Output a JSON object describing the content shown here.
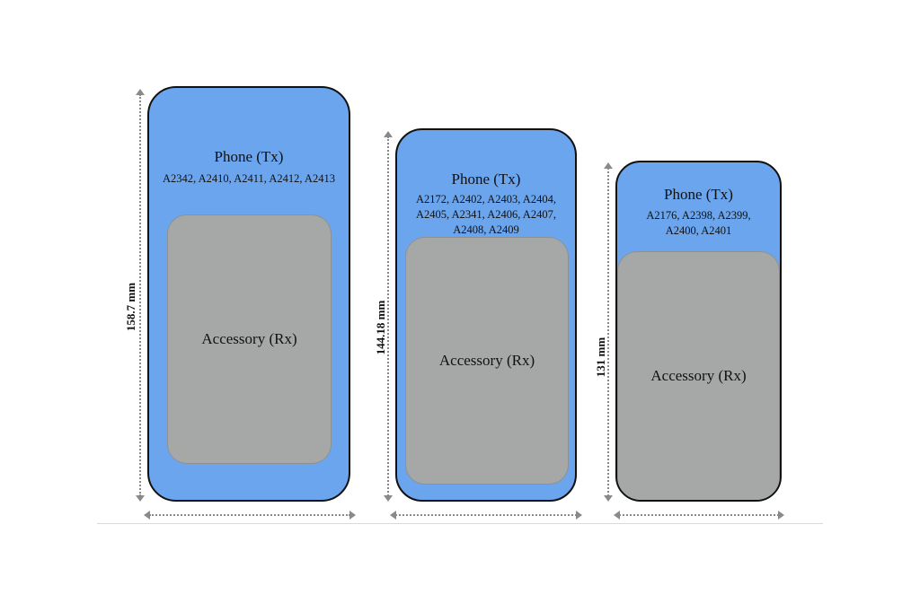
{
  "devices": [
    {
      "phone_label": "Phone (Tx)",
      "models_lines": [
        "A2342, A2410, A2411, A2412, A2413"
      ],
      "accessory_label": "Accessory (Rx)",
      "height_label": "158.7 mm"
    },
    {
      "phone_label": "Phone (Tx)",
      "models_lines": [
        "A2172, A2402, A2403, A2404,",
        "A2405, A2341, A2406, A2407,",
        "A2408, A2409"
      ],
      "accessory_label": "Accessory (Rx)",
      "height_label": "144.18 mm"
    },
    {
      "phone_label": "Phone (Tx)",
      "models_lines": [
        "A2176, A2398, A2399,",
        "A2400, A2401"
      ],
      "accessory_label": "Accessory (Rx)",
      "height_label": "131 mm"
    }
  ],
  "colors": {
    "phone_fill": "#6aa5ed",
    "accessory_fill": "#a6a8a8",
    "outline": "#111111",
    "dimension_line": "#8a8a8a"
  }
}
